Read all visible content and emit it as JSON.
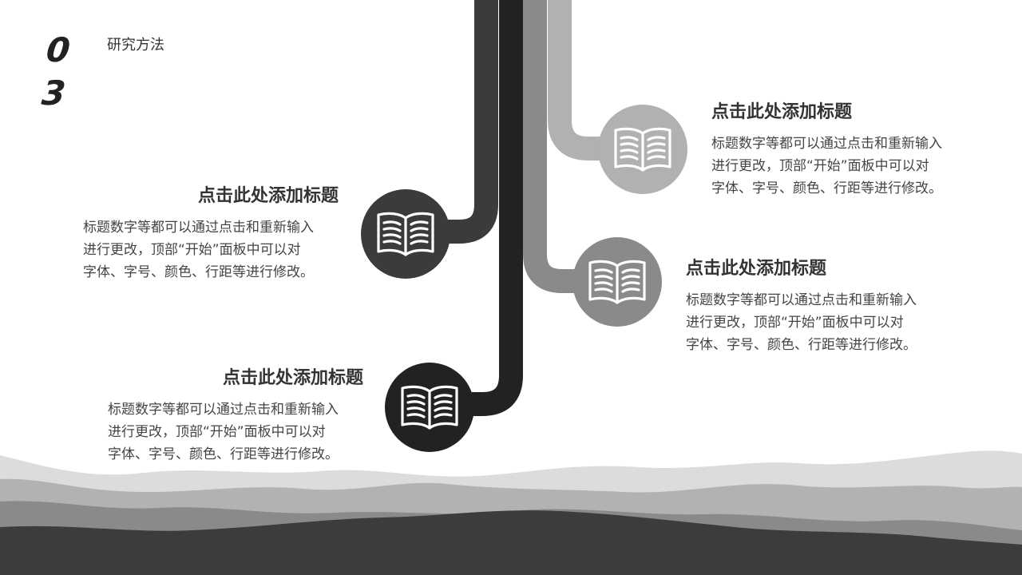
{
  "section": {
    "number_top": "0",
    "number_bottom": "3",
    "title": "研究方法"
  },
  "items": [
    {
      "heading": "点击此处添加标题",
      "body": "标题数字等都可以通过点击和重新输入\n进行更改，顶部“开始”面板中可以对\n字体、字号、颜色、行距等进行修改。",
      "icon": "open-book-icon",
      "color": "#b1b1b1"
    },
    {
      "heading": "点击此处添加标题",
      "body": "标题数字等都可以通过点击和重新输入\n进行更改，顶部“开始”面板中可以对\n字体、字号、颜色、行距等进行修改。",
      "icon": "open-book-icon",
      "color": "#3b3b3b"
    },
    {
      "heading": "点击此处添加标题",
      "body": "标题数字等都可以通过点击和重新输入\n进行更改，顶部“开始”面板中可以对\n字体、字号、颜色、行距等进行修改。",
      "icon": "open-book-icon",
      "color": "#8a8a8a"
    },
    {
      "heading": "点击此处添加标题",
      "body": "标题数字等都可以通过点击和重新输入\n进行更改，顶部“开始”面板中可以对\n字体、字号、颜色、行距等进行修改。",
      "icon": "open-book-icon",
      "color": "#222222"
    }
  ],
  "colors": {
    "mountain_light": "#d9d9d9",
    "mountain_mid": "#b0b0b0",
    "mountain_dark": "#7a7a7a",
    "mountain_darkest": "#3a3a3a"
  }
}
